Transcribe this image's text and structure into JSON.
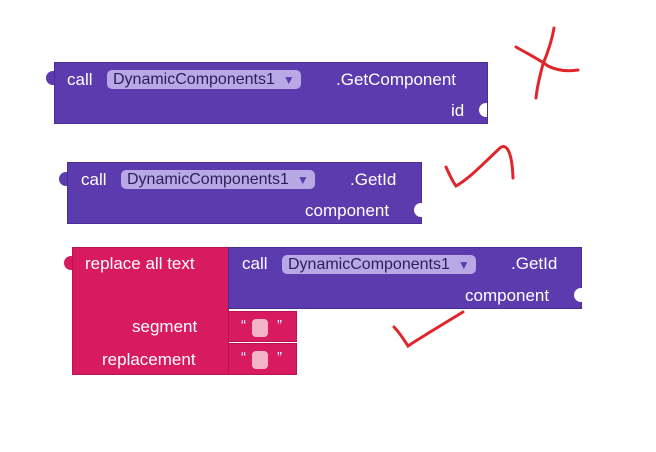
{
  "block1": {
    "call": "call",
    "component": "DynamicComponents1",
    "method": ".GetComponent",
    "arg": "id"
  },
  "block2": {
    "call": "call",
    "component": "DynamicComponents1",
    "method": ".GetId",
    "arg": "component"
  },
  "block3": {
    "replace": "replace all text",
    "call": "call",
    "component": "DynamicComponents1",
    "method": ".GetId",
    "arg": "component",
    "segment": "segment",
    "replacement": "replacement",
    "quote_open": "“",
    "quote_close": "”"
  },
  "icons": {
    "dropdown": "dropdown-arrow-icon",
    "cross": "cross-mark-icon",
    "check": "check-mark-icon"
  },
  "colors": {
    "procedure_block": "#5b3bae",
    "text_block": "#d81b60",
    "dropdown_bg": "#b9a8e6",
    "marker_red": "#e0262b"
  }
}
